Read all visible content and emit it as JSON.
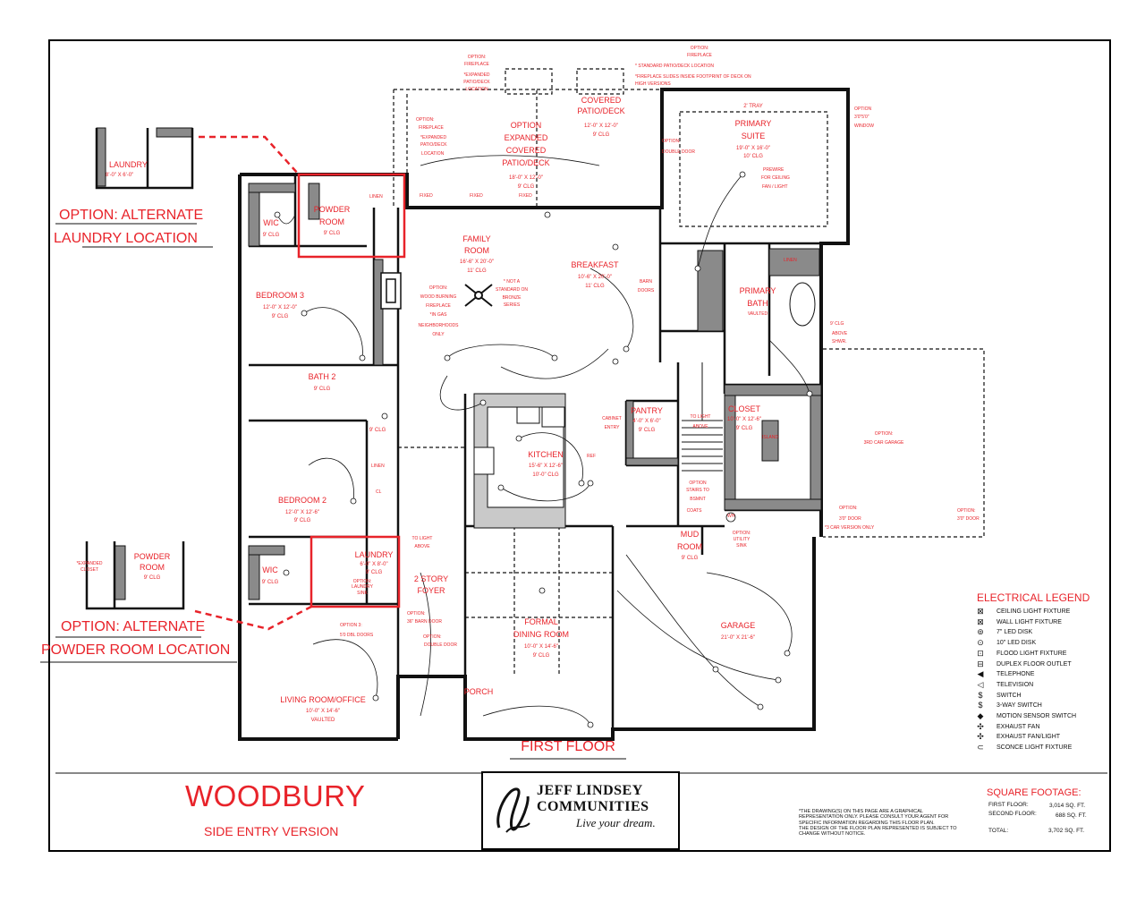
{
  "title": {
    "plan_name": "WOODBURY",
    "version": "SIDE ENTRY VERSION",
    "floor": "FIRST FLOOR"
  },
  "options": {
    "alt_laundry": [
      "OPTION: ALTERNATE",
      "LAUNDRY LOCATION"
    ],
    "alt_powder": [
      "OPTION: ALTERNATE",
      "POWDER ROOM LOCATION"
    ],
    "inset_laundry_label": "LAUNDRY",
    "inset_laundry_dims": "8'-0\" X 6'-0\"",
    "inset_powder_label": [
      "POWDER",
      "ROOM"
    ],
    "inset_powder_clg": "9' CLG",
    "inset_expanded_closet": [
      "*EXPANDED",
      "CLOSET"
    ]
  },
  "rooms": {
    "covered_patio": {
      "name": [
        "COVERED",
        "PATIO/DECK"
      ],
      "dims": "12'-0\" X 12'-0\"",
      "clg": "9' CLG"
    },
    "option_covered_patio": {
      "name": [
        "OPTION",
        "EXPANDED",
        "COVERED",
        "PATIO/DECK"
      ],
      "dims": "18'-0\" X 12'-0\"",
      "clg": "9' CLG"
    },
    "primary_suite": {
      "name": [
        "PRIMARY",
        "SUITE"
      ],
      "dims": "19'-0\" X 16'-0\"",
      "clg": "10' CLG",
      "tray": "2' TRAY",
      "prewire": [
        "PREWIRE",
        "FOR CEILING",
        "FAN / LIGHT"
      ]
    },
    "family_room": {
      "name": [
        "FAMILY",
        "ROOM"
      ],
      "dims": "16'-6\" X 20'-0\"",
      "clg": "11' CLG"
    },
    "breakfast": {
      "name": "BREAKFAST",
      "dims": "10'-6\" X 20'-0\"",
      "clg": "11' CLG"
    },
    "powder_room": {
      "name": [
        "POWDER",
        "ROOM"
      ],
      "clg": "9' CLG"
    },
    "wic_upper": {
      "name": "WIC",
      "clg": "9' CLG"
    },
    "linen_upper": "LINEN",
    "bedroom3": {
      "name": "BEDROOM 3",
      "dims": "12'-0\" X 12'-0\"",
      "clg": "9' CLG"
    },
    "bath2": {
      "name": "BATH 2",
      "clg": "9' CLG"
    },
    "bedroom2": {
      "name": "BEDROOM 2",
      "dims": "12'-0\" X 12'-6\"",
      "clg": "9' CLG"
    },
    "wic_lower": {
      "name": "WIC",
      "clg": "9' CLG"
    },
    "laundry": {
      "name": "LAUNDRY",
      "dims": "6'-0\" X 8'-0\"",
      "clg": "9' CLG",
      "option": [
        "OPTION:",
        "LAUNDRY",
        "SINK"
      ]
    },
    "linen_lower": "LINEN",
    "cl": "CL",
    "clg_hall": "9' CLG",
    "kitchen": {
      "name": "KITCHEN",
      "dims": "15'-6\" X 12'-6\"",
      "clg": "10'-0\" CLG"
    },
    "pantry": {
      "name": "PANTRY",
      "dims": "4'-0\" X 6'-0\"",
      "clg": "9' CLG"
    },
    "cabinet_entry": [
      "CABINET",
      "ENTRY"
    ],
    "ref": "REF",
    "closet": {
      "name": "CLOSET",
      "dims": "10'-0\" X 12'-6\"",
      "clg": "9' CLG",
      "island": "ISLAND"
    },
    "primary_bath": {
      "name": [
        "PRIMARY",
        "BATH"
      ],
      "clg": "VAULTED"
    },
    "linen_bath": "LINEN",
    "shower": [
      "9' CLG",
      "ABOVE",
      "SHWR."
    ],
    "foyer": {
      "name": [
        "2 STORY",
        "FOYER"
      ]
    },
    "formal_dining": {
      "name": [
        "FORMAL",
        "DINING ROOM"
      ],
      "dims": "10'-0\" X 14'-6\"",
      "clg": "9' CLG"
    },
    "mud_room": {
      "name": [
        "MUD",
        "ROOM"
      ],
      "clg": "9' CLG"
    },
    "garage": {
      "name": "GARAGE",
      "dims": "21'-0\" X 21'-6\""
    },
    "third_car": [
      "OPTION:",
      "3RD CAR GARAGE"
    ],
    "living_room": {
      "name": "LIVING ROOM/OFFICE",
      "dims": "10'-0\" X 14'-6\"",
      "clg": "VAULTED"
    },
    "porch": "PORCH",
    "coats": "COATS"
  },
  "notes": {
    "fireplace_top_left": [
      "OPTION:",
      "FIREPLACE",
      "*EXPANDED",
      "PATIO/DECK",
      "LOCATION"
    ],
    "fireplace_mid": [
      "OPTION:",
      "FIREPLACE",
      "*EXPANDED",
      "PATIO/DECK",
      "LOCATION"
    ],
    "fireplace_right": [
      "OPTION:",
      "FIREPLACE",
      "* STANDARD PATIO/DECK LOCATION",
      "*FIREPLACE SLIDES INSIDE FOOTPRINT OF DECK ON",
      "HIGH VERSIONS"
    ],
    "option_window": [
      "OPTION",
      "3'0\"5'0\"",
      "WINDOW"
    ],
    "option_double_door_suite": [
      "OPTION:",
      "DOUBLE DOOR"
    ],
    "fixed": [
      "FIXED",
      "FIXED",
      "FIXED"
    ],
    "wood_fireplace": [
      "OPTION:",
      "WOOD BURNING",
      "FIREPLACE",
      "*IN GAS",
      "NEIGHBORHOODS",
      "ONLY"
    ],
    "not_standard": [
      "* NOT A",
      "STANDARD ON",
      "BRONZE",
      "SERIES"
    ],
    "barn_doors": [
      "BARN",
      "DOORS"
    ],
    "to_light_above_stairs": [
      "TO LIGHT",
      "ABOVE"
    ],
    "option_stairs": [
      "OPTION",
      "STAIRS TO",
      "BSMNT"
    ],
    "option_utility_sink": [
      "OPTION:",
      "UTILITY",
      "SINK"
    ],
    "option_3_0_door": [
      "OPTION:",
      "3'0\" DOOR",
      "*3 CAR VERSION ONLY"
    ],
    "option_3_0_door_right": [
      "OPTION:",
      "3'0\" DOOR"
    ],
    "to_light_foyer": [
      "TO LIGHT",
      "ABOVE"
    ],
    "option_barn_door": [
      "OPTION:",
      "36\" BARN DOOR"
    ],
    "option_dbl_doors": [
      "OPTION 3:",
      "5'0 DBL DOORS"
    ],
    "option_double_door": [
      "OPTION:",
      "DOUBLE DOOR"
    ],
    "wh": "WH"
  },
  "legend": {
    "title": "ELECTRICAL LEGEND",
    "items": [
      {
        "sym": "⊠",
        "label": "CEILING LIGHT FIXTURE"
      },
      {
        "sym": "⊠",
        "label": "WALL LIGHT FIXTURE"
      },
      {
        "sym": "⊚",
        "label": "7\" LED DISK"
      },
      {
        "sym": "⊙",
        "label": "10\" LED DISK"
      },
      {
        "sym": "⊡",
        "label": "FLOOD LIGHT FIXTURE"
      },
      {
        "sym": "⊟",
        "label": "DUPLEX FLOOR OUTLET"
      },
      {
        "sym": "◀",
        "label": "TELEPHONE"
      },
      {
        "sym": "◁",
        "label": "TELEVISION"
      },
      {
        "sym": "$",
        "label": "SWITCH"
      },
      {
        "sym": "$",
        "label": "3-WAY SWITCH"
      },
      {
        "sym": "◆",
        "label": "MOTION SENSOR SWITCH"
      },
      {
        "sym": "✣",
        "label": "EXHAUST FAN"
      },
      {
        "sym": "✣",
        "label": "EXHAUST FAN/LIGHT"
      },
      {
        "sym": "⊂",
        "label": "SCONCE LIGHT FIXTURE"
      }
    ]
  },
  "square_footage": {
    "title": "SQUARE FOOTAGE:",
    "rows": [
      {
        "label": "FIRST FLOOR:",
        "value": "3,014 SQ. FT."
      },
      {
        "label": "SECOND FLOOR:",
        "value": "688 SQ. FT."
      },
      {
        "label": "TOTAL:",
        "value": "3,702 SQ. FT."
      }
    ]
  },
  "disclaimer": [
    "*THE DRAWING(S) ON THIS PAGE ARE A GRAPHICAL",
    "REPRESENTATION ONLY. PLEASE CONSULT YOUR AGENT FOR",
    "SPECIFIC INFORMATION REGARDING THIS FLOOR PLAN.",
    "THE DESIGN OF THE FLOOR PLAN REPRESENTED IS SUBJECT TO",
    "CHANGE WITHOUT NOTICE."
  ],
  "logo": {
    "name": [
      "JEFF LINDSEY",
      "COMMUNITIES"
    ],
    "tagline": "Live your dream."
  },
  "colors": {
    "accent_red": "#e8232a",
    "wall": "#111111",
    "wall_fill": "#8a8a8a",
    "counter": "#c9c9c9"
  }
}
